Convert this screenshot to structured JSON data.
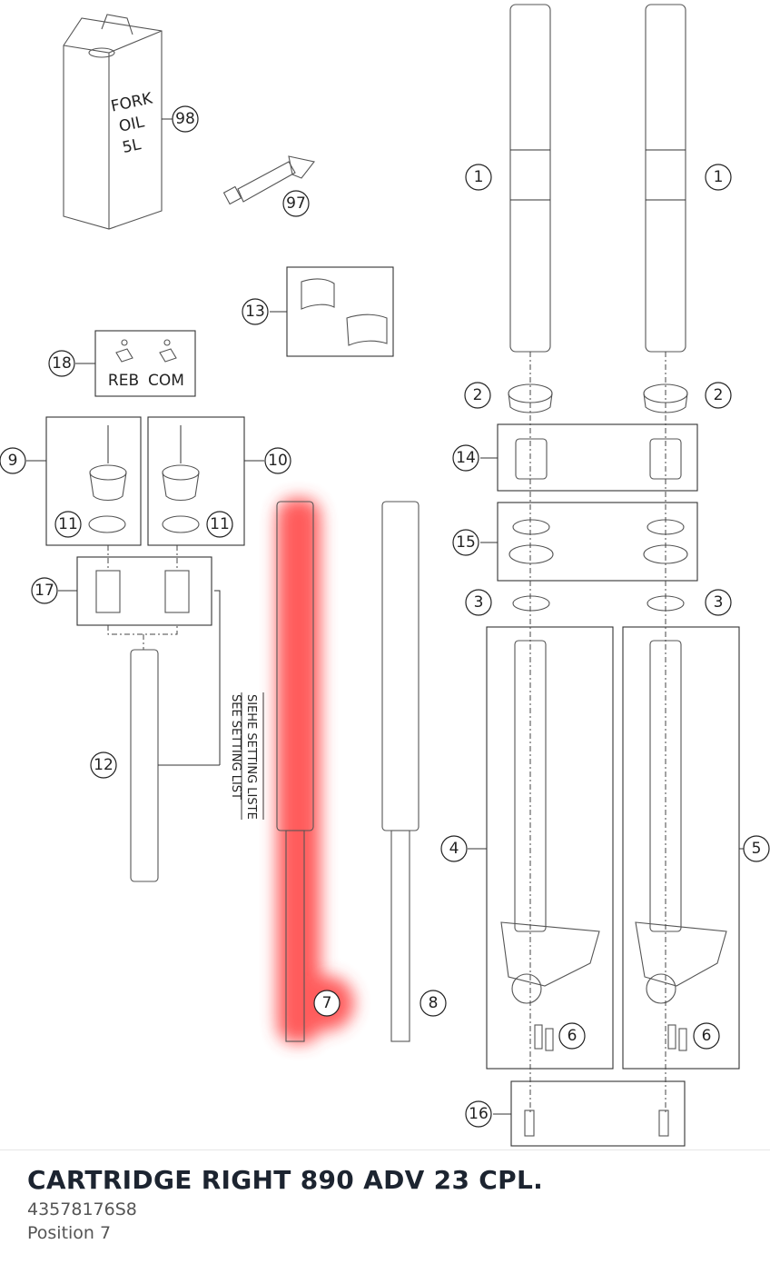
{
  "diagram": {
    "oil_can_text": [
      "FORK",
      "OIL",
      "5L"
    ],
    "adjuster_labels": [
      "REB",
      "COM"
    ],
    "setting_note": [
      "SIEHE SETTING LISTE",
      "SEE SETTING LIST"
    ],
    "highlight_color": "#ff4040",
    "callouts": {
      "c98": "98",
      "c97": "97",
      "c13": "13",
      "c18": "18",
      "c9": "9",
      "c10": "10",
      "c11a": "11",
      "c11b": "11",
      "c17": "17",
      "c12": "12",
      "c7": "7",
      "c8": "8",
      "c1a": "1",
      "c1b": "1",
      "c2a": "2",
      "c2b": "2",
      "c14": "14",
      "c15": "15",
      "c3a": "3",
      "c3b": "3",
      "c4": "4",
      "c5": "5",
      "c6a": "6",
      "c6b": "6",
      "c16": "16"
    }
  },
  "part": {
    "title": "CARTRIDGE RIGHT 890 ADV 23 CPL.",
    "number": "43578176S8",
    "position": "Position 7"
  }
}
